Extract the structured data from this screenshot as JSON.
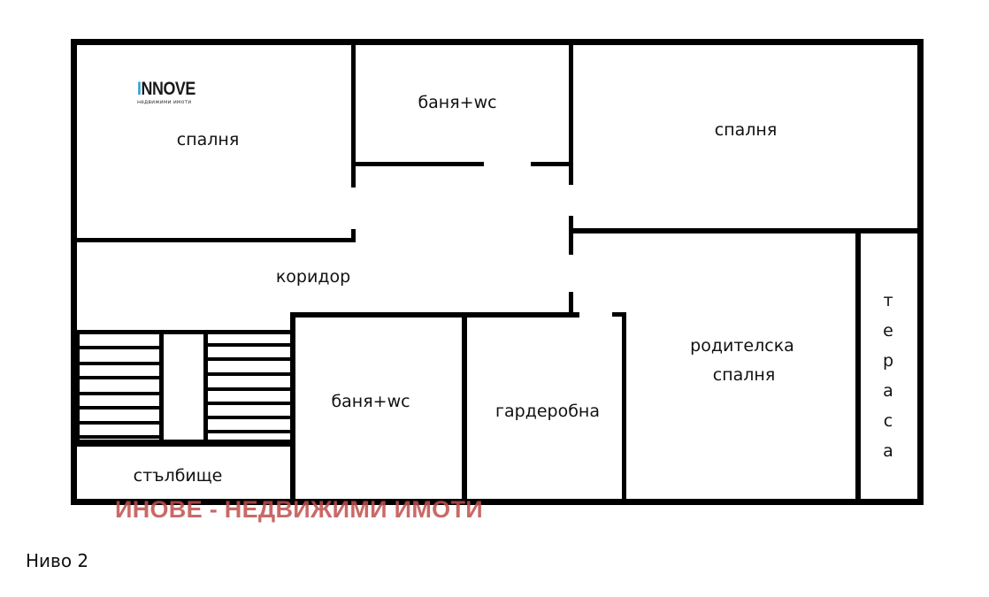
{
  "floor_plan": {
    "level_label": "Ниво 2",
    "logo": {
      "brand_accent_letter": "I",
      "brand_rest": "NNOVE",
      "tagline": "недвижими имоти",
      "accent_color": "#2aa4d8"
    },
    "watermark": {
      "text": "ИНОВЕ - НЕДВИЖИМИ ИМОТИ",
      "color": "#c0504d"
    },
    "rooms": [
      {
        "id": "bedroom-1",
        "label": "спалня"
      },
      {
        "id": "bathroom-1",
        "label": "баня+wc"
      },
      {
        "id": "bedroom-2",
        "label": "спалня"
      },
      {
        "id": "corridor",
        "label": "коридор"
      },
      {
        "id": "staircase",
        "label": "стълбище"
      },
      {
        "id": "bathroom-2",
        "label": "баня+wc"
      },
      {
        "id": "wardrobe",
        "label": "гардеробна"
      },
      {
        "id": "master-bedroom",
        "label_line1": "родителска",
        "label_line2": "спалня"
      },
      {
        "id": "terrace",
        "letters": [
          "т",
          "е",
          "р",
          "а",
          "с",
          "а"
        ]
      }
    ],
    "wall_color": "#000000",
    "background_color": "#ffffff"
  }
}
